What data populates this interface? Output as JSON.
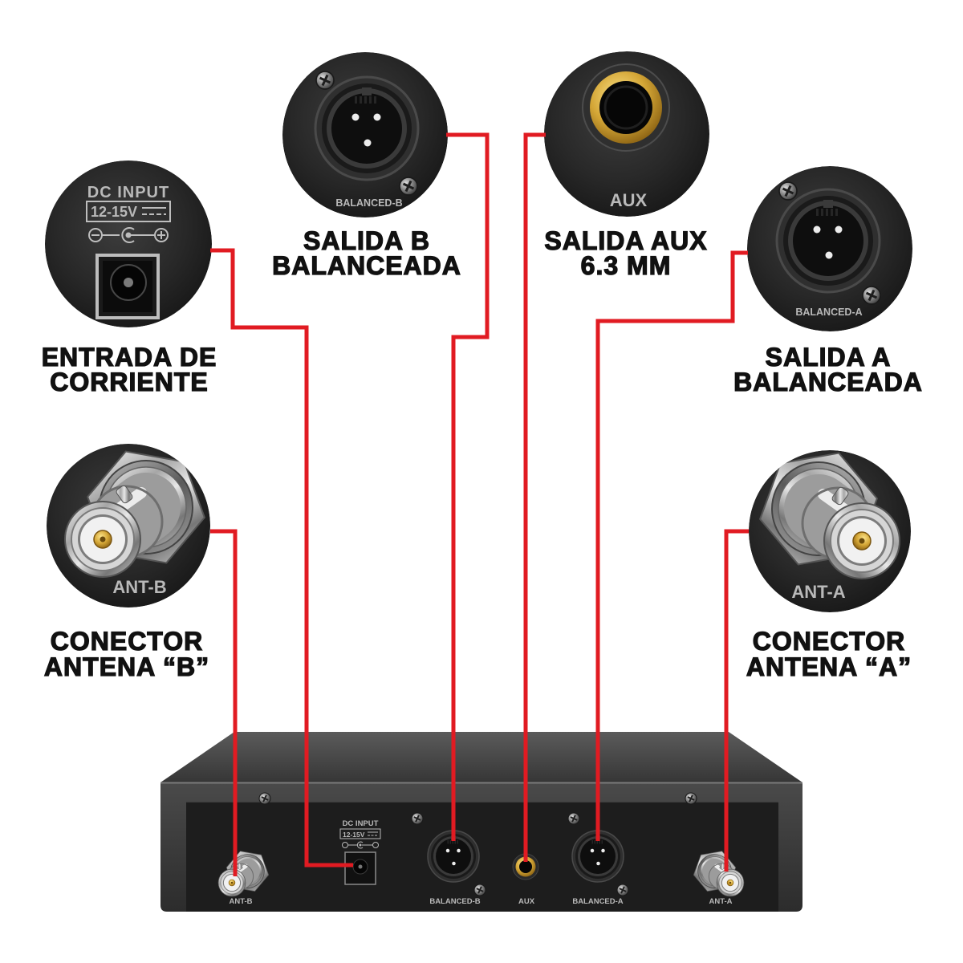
{
  "closeups": {
    "dc_input": {
      "title": "DC INPUT",
      "voltage": "12-15V"
    },
    "balanced_b": {
      "panel_label": "BALANCED-B"
    },
    "aux": {
      "panel_label": "AUX"
    },
    "balanced_a": {
      "panel_label": "BALANCED-A"
    },
    "ant_b": {
      "panel_label": "ANT-B"
    },
    "ant_a": {
      "panel_label": "ANT-A"
    }
  },
  "callouts": {
    "dc_input": {
      "line1": "ENTRADA DE",
      "line2": "CORRIENTE"
    },
    "balanced_b": {
      "line1": "SALIDA B",
      "line2": "BALANCEADA"
    },
    "aux": {
      "line1": "SALIDA AUX",
      "line2": "6.3 MM"
    },
    "balanced_a": {
      "line1": "SALIDA A",
      "line2": "BALANCEADA"
    },
    "ant_b": {
      "line1": "CONECTOR",
      "line2": "ANTENA “B”"
    },
    "ant_a": {
      "line1": "CONECTOR",
      "line2": "ANTENA “A”"
    }
  },
  "rear_panel": {
    "dc_title": "DC INPUT",
    "dc_voltage": "12-15V",
    "ant_b": "ANT-B",
    "balanced_b": "BALANCED-B",
    "aux": "AUX",
    "balanced_a": "BALANCED-A",
    "ant_a": "ANT-A"
  },
  "colors": {
    "background": "#ffffff",
    "leader_line": "#e11b22",
    "callout_text": "#111111",
    "panel_print": "#b9b9b9"
  }
}
